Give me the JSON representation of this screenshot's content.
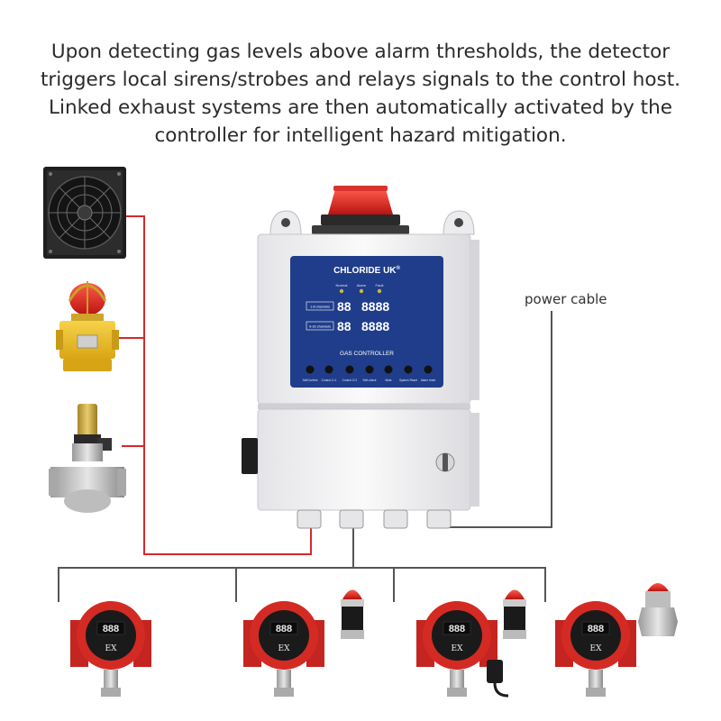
{
  "caption": {
    "line1": "Upon detecting gas levels above alarm thresholds, the detector",
    "line2": "triggers local sirens/strobes and relays signals to the control host.",
    "line3": "Linked exhaust systems are then automatically activated by the",
    "line4": "controller for intelligent hazard mitigation."
  },
  "controller": {
    "brand": "CHLORIDE UK",
    "brand_mark": "®",
    "title": "GAS CONTROLLER",
    "indicators": [
      "Normal",
      "Alarm",
      "Fault"
    ],
    "rows": [
      {
        "label": "1-8 channels",
        "ch": "88",
        "val": "8888"
      },
      {
        "label": "9-16 channels",
        "ch": "88",
        "val": "8888"
      }
    ],
    "buttons": [
      "Set/Confirm",
      "Control 1/-1",
      "Control 2/-2",
      "Self-check",
      "Mute",
      "System Reset",
      "Alarm reset"
    ]
  },
  "labels": {
    "power_cable": "power cable"
  },
  "detectors": [
    {
      "display": "888",
      "mark": "EX",
      "has_alarm": false
    },
    {
      "display": "888",
      "mark": "EX",
      "has_alarm": true
    },
    {
      "display": "888",
      "mark": "EX",
      "has_alarm": true
    },
    {
      "display": "888",
      "mark": "EX",
      "has_alarm": false
    }
  ],
  "colors": {
    "wire_red": "#d6282c",
    "wire_gray": "#555555",
    "panel_blue": "#1f3d8a",
    "detector_red": "#d42a24",
    "cabinet": "#f2f2f4"
  }
}
